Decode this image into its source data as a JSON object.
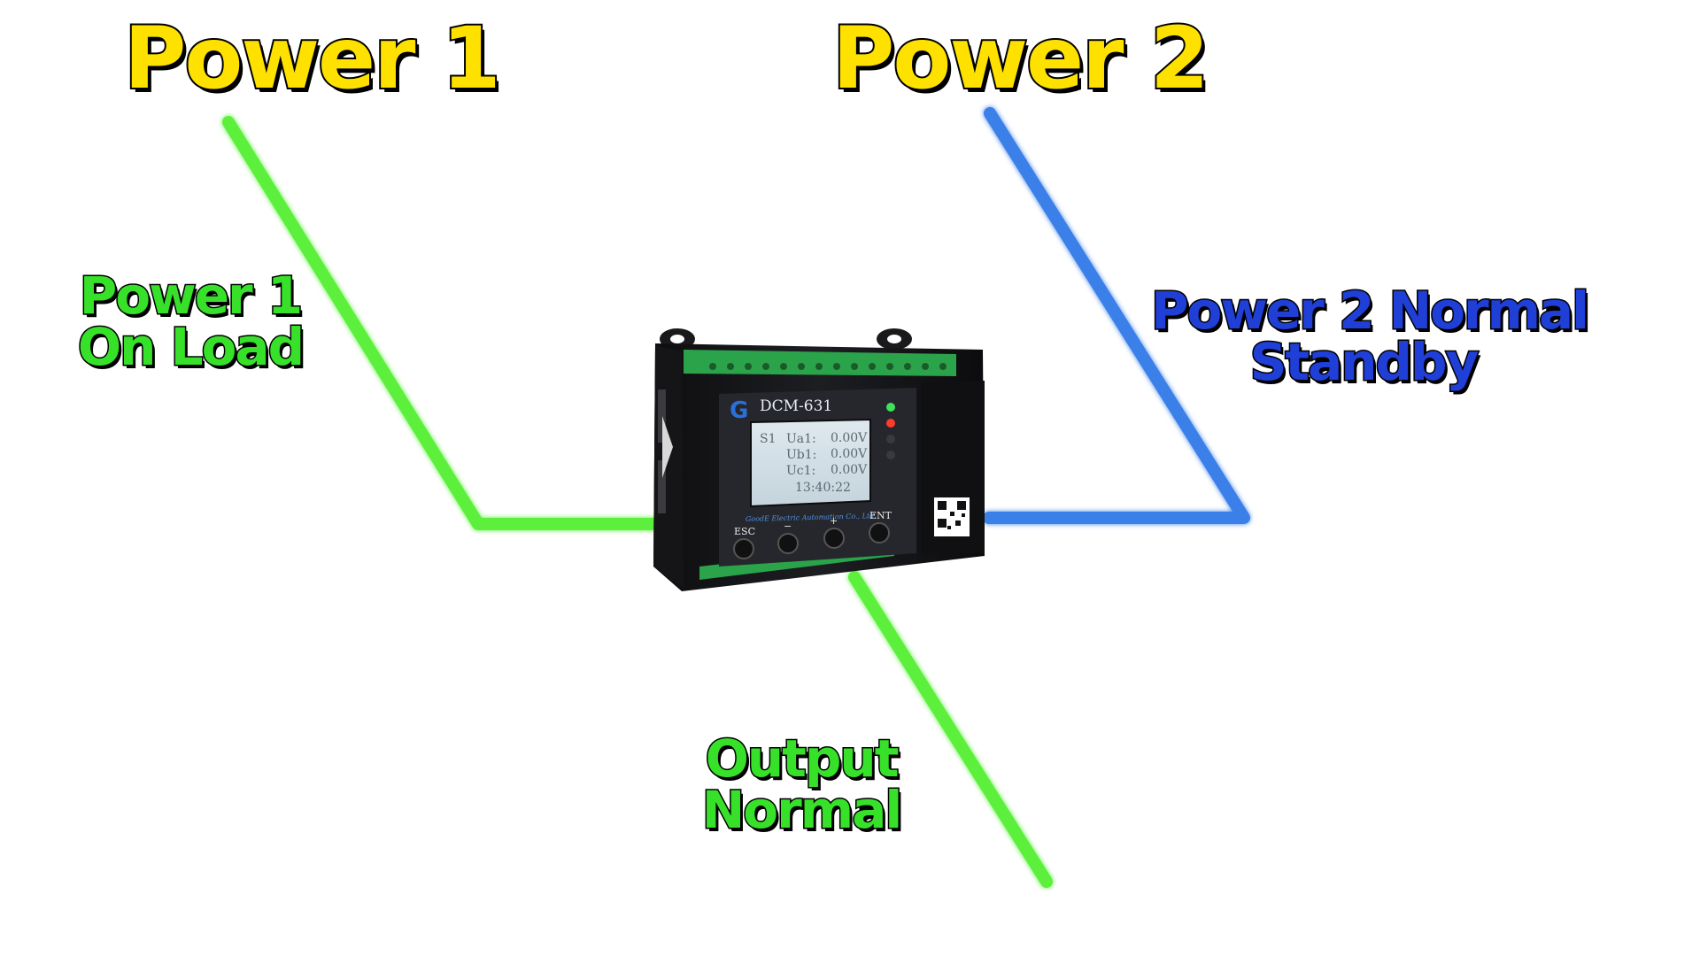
{
  "sources": {
    "power1": {
      "title": "Power 1",
      "status_lines": [
        "Power 1",
        "On Load"
      ],
      "color": "#ffe100"
    },
    "power2": {
      "title": "Power 2",
      "status_lines": [
        "Power 2 Normal",
        "Standby"
      ],
      "color": "#ffe100"
    }
  },
  "output": {
    "status_lines": [
      "Output",
      "Normal"
    ]
  },
  "colors": {
    "active_line": "#5bf03c",
    "standby_line": "#3a7fe8",
    "active_text": "#37e12a",
    "standby_text": "#1f3fd6",
    "title_text": "#ffe100"
  },
  "device": {
    "model": "DCM-631",
    "screen_lines": [
      {
        "left": "S1",
        "label": "Ua1:",
        "value": "0.00V"
      },
      {
        "left": "",
        "label": "Ub1:",
        "value": "0.00V"
      },
      {
        "left": "",
        "label": "Uc1:",
        "value": "0.00V"
      }
    ],
    "clock": "13:40:22",
    "maker": "GoodE Electric Automation Co., Ltd.",
    "buttons": [
      "ESC",
      "−",
      "+",
      "ENT"
    ]
  }
}
